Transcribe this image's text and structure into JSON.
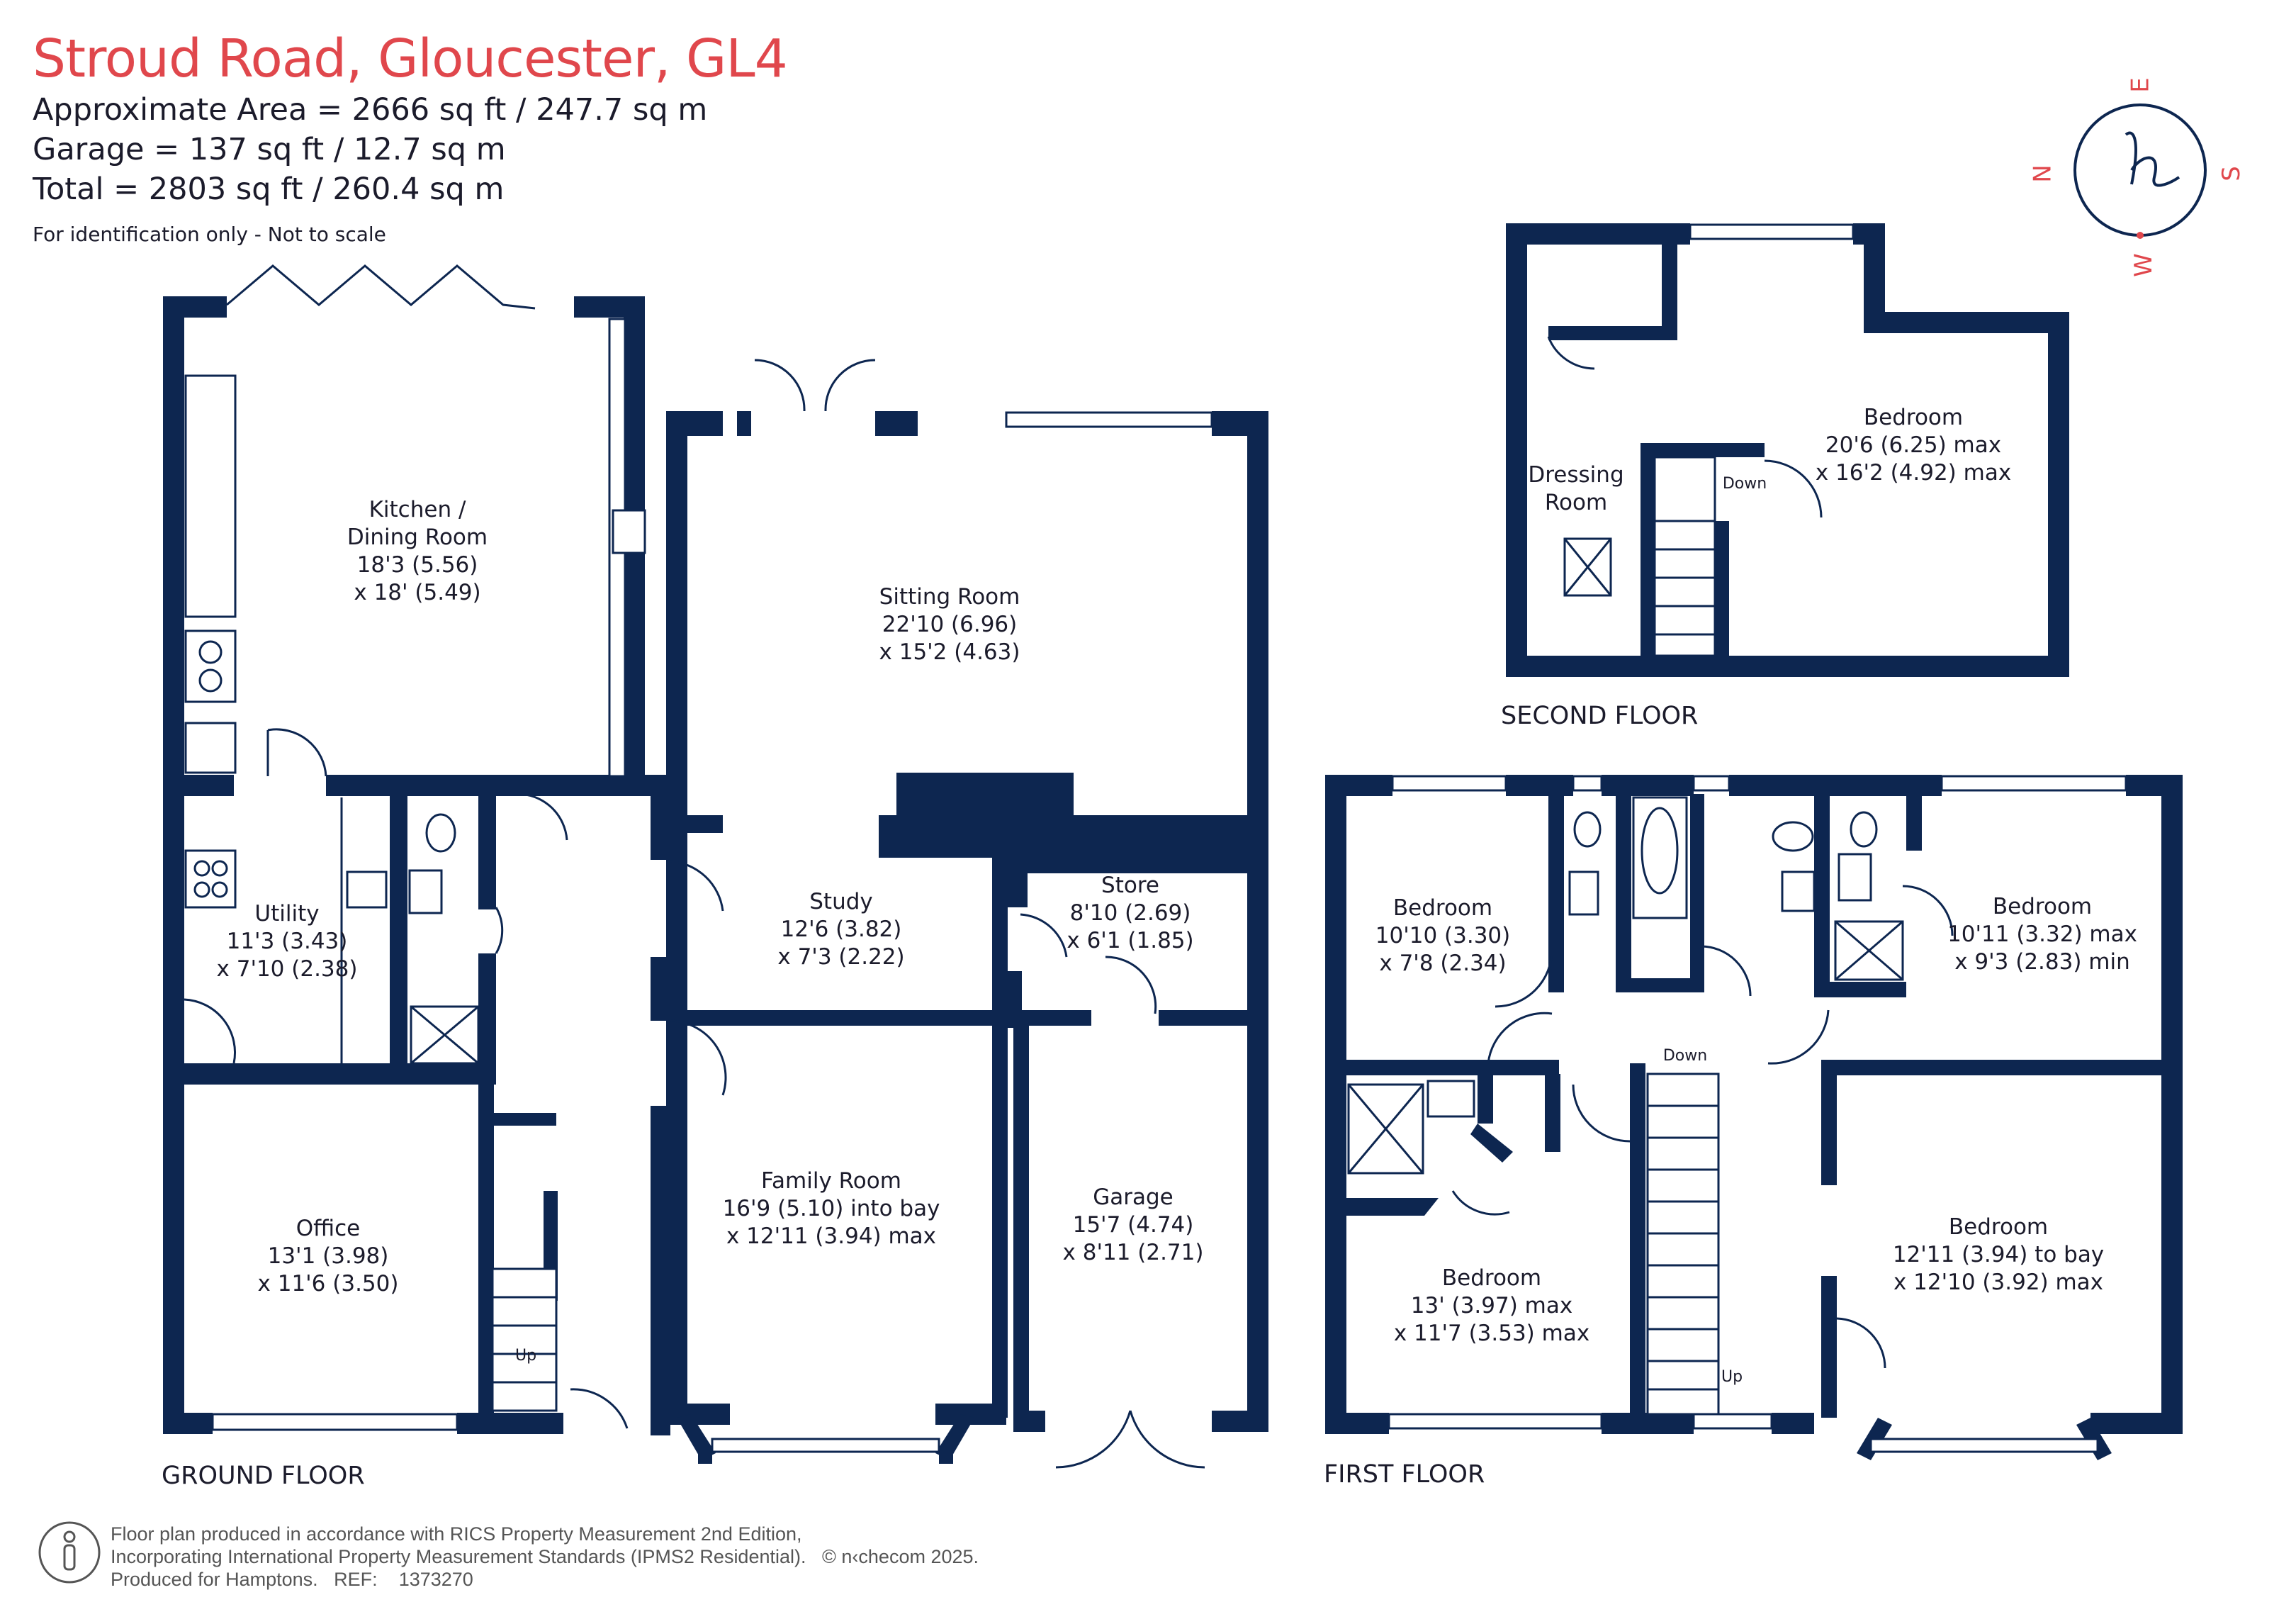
{
  "header": {
    "title": "Stroud Road, Gloucester, GL4",
    "area": "Approximate Area = 2666 sq ft / 247.7 sq m",
    "garage": "Garage = 137 sq ft / 12.7 sq m",
    "total": "Total = 2803 sq ft / 260.4 sq m",
    "note": "For identification only - Not to scale"
  },
  "compass": {
    "n": "N",
    "e": "E",
    "s": "S",
    "w": "W",
    "logo": "h",
    "color": "#e0474c"
  },
  "floors": {
    "ground": "GROUND FLOOR",
    "first": "FIRST FLOOR",
    "second": "SECOND FLOOR"
  },
  "rooms": {
    "kitchen": {
      "name": "Kitchen /",
      "name2": "Dining Room",
      "dim1": "18'3 (5.56)",
      "dim2": "x 18' (5.49)"
    },
    "sitting": {
      "name": "Sitting Room",
      "dim1": "22'10 (6.96)",
      "dim2": "x 15'2 (4.63)"
    },
    "utility": {
      "name": "Utility",
      "dim1": "11'3 (3.43)",
      "dim2": "x 7'10 (2.38)"
    },
    "study": {
      "name": "Study",
      "dim1": "12'6 (3.82)",
      "dim2": "x 7'3 (2.22)"
    },
    "store": {
      "name": "Store",
      "dim1": "8'10 (2.69)",
      "dim2": "x 6'1 (1.85)"
    },
    "office": {
      "name": "Office",
      "dim1": "13'1 (3.98)",
      "dim2": "x 11'6 (3.50)"
    },
    "family": {
      "name": "Family Room",
      "dim1": "16'9 (5.10) into bay",
      "dim2": "x 12'11 (3.94) max"
    },
    "garage": {
      "name": "Garage",
      "dim1": "15'7 (4.74)",
      "dim2": "x 8'11 (2.71)"
    },
    "bed2nd": {
      "name": "Bedroom",
      "dim1": "20'6 (6.25) max",
      "dim2": "x 16'2 (4.92) max"
    },
    "dressing": {
      "name": "Dressing",
      "name2": "Room"
    },
    "bed1a": {
      "name": "Bedroom",
      "dim1": "10'10 (3.30)",
      "dim2": "x 7'8 (2.34)"
    },
    "bed1b": {
      "name": "Bedroom",
      "dim1": "10'11 (3.32) max",
      "dim2": "x 9'3 (2.83) min"
    },
    "bed1c": {
      "name": "Bedroom",
      "dim1": "13' (3.97) max",
      "dim2": "x 11'7 (3.53) max"
    },
    "bed1d": {
      "name": "Bedroom",
      "dim1": "12'11 (3.94) to bay",
      "dim2": "x 12'10 (3.92) max"
    }
  },
  "stairs": {
    "up_ground": "Up",
    "down_first": "Down",
    "up_first": "Up",
    "down_second": "Down"
  },
  "footer": {
    "line1": "Floor plan produced in accordance with RICS Property Measurement 2nd Edition,",
    "line2": "Incorporating International Property Measurement Standards (IPMS2 Residential).",
    "copyright": "© n‹checom 2025.",
    "line3a": "Produced for Hamptons.",
    "ref_label": "REF:",
    "ref": "1373270"
  },
  "colors": {
    "wall": "#0d2650",
    "title": "#e0474c"
  },
  "icons": [
    "person-icon",
    "compass-logo-icon"
  ]
}
